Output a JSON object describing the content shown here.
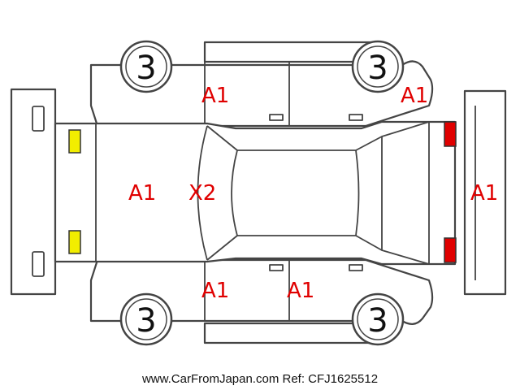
{
  "colors": {
    "damage_text": "#e00000",
    "headlight_marker": "#f2ee00",
    "taillight_marker": "#e00000",
    "outline": "#444444"
  },
  "wheels": {
    "front_left": "3",
    "rear_left": "3",
    "front_right": "3",
    "rear_right": "3"
  },
  "damage_codes": {
    "front_bumper": "A1",
    "hood": "X2",
    "left_front_door": "A1",
    "left_rear_quarter": "A1",
    "right_front_door": "A1",
    "right_rear_door": "A1",
    "rear_bumper": "A1"
  },
  "footer": {
    "credit": "www.CarFromJapan.com Ref: CFJ1625512"
  }
}
